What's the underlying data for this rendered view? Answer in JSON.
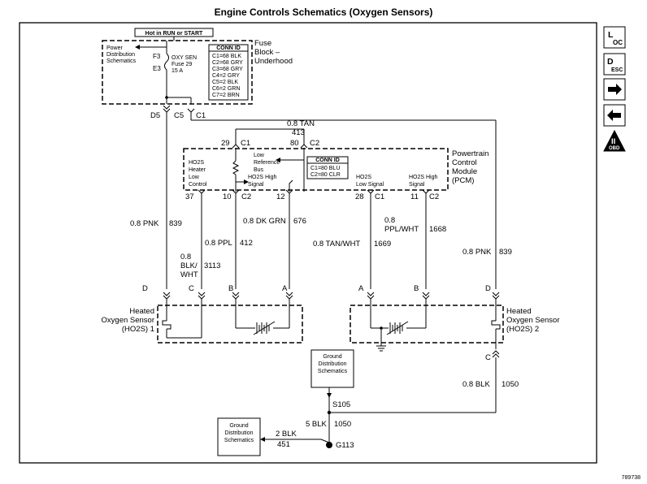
{
  "title": "Engine Controls Schematics (Oxygen Sensors)",
  "figure_id": "789738",
  "nav": {
    "loc_a": "L",
    "loc_b": "OC",
    "desc_a": "D",
    "desc_b": "ESC",
    "next_icon": "arrow-right-icon",
    "prev_icon": "arrow-left-icon",
    "obd_a": "II",
    "obd_b": "OBD"
  },
  "fuse_block": {
    "hot_label": "Hot in RUN or START",
    "power_dist": [
      "Power",
      "Distribution",
      "Schematics"
    ],
    "title": [
      "Fuse",
      "Block –",
      "Underhood"
    ],
    "fuse_label": [
      "OXY SEN",
      "Fuse 29",
      "15 A"
    ],
    "pin_top": "F3",
    "pin_bottom": "E3",
    "conn_id_title": "CONN ID",
    "conn_ids": [
      "C1=68 BLK",
      "C2=68 GRY",
      "C3=68 GRY",
      "C4=2 GRY",
      "C5=2 BLK",
      "C6=2 GRN",
      "C7=2 BRN"
    ],
    "pins": {
      "d5": "D5",
      "c5": "C5",
      "c1": "C1"
    }
  },
  "pcm": {
    "title": [
      "Powertrain",
      "Control",
      "Module",
      "(PCM)"
    ],
    "conn_id_title": "CONN ID",
    "conn_ids": [
      "C1=80 BLU",
      "C2=80 CLR"
    ],
    "heater_ctrl": [
      "HO2S",
      "Heater",
      "Low",
      "Control"
    ],
    "low_ref": [
      "Low",
      "Reference",
      "Bus"
    ],
    "ho2s_high_1": [
      "HO2S High",
      "Signal"
    ],
    "ho2s_low_2": [
      "HO2S",
      "Low Signal"
    ],
    "ho2s_high_2": [
      "HO2S High",
      "Signal"
    ],
    "pins": {
      "p29": "29",
      "c1a": "C1",
      "p80": "80",
      "c2a": "C2",
      "p37": "37",
      "p10": "10",
      "c2b": "C2",
      "p12": "12",
      "p28": "28",
      "c1b": "C1",
      "p11": "11",
      "c2c": "C2"
    }
  },
  "wires": {
    "tan_a": "0.8 TAN",
    "tan_b": "413",
    "pnk1_a": "0.8 PNK",
    "pnk1_b": "839",
    "blkwht": [
      "0.8",
      "BLK/",
      "WHT"
    ],
    "blkwht_num": "3113",
    "ppl_a": "0.8 PPL",
    "ppl_b": "412",
    "dkgrn_a": "0.8 DK GRN",
    "dkgrn_b": "676",
    "tanwht_a": "0.8 TAN/WHT",
    "tanwht_b": "1669",
    "pplwht": [
      "0.8",
      "PPL/WHT"
    ],
    "pplwht_num": "1668",
    "pnk2_a": "0.8 PNK",
    "pnk2_b": "839",
    "blk2_a": "0.8 BLK",
    "blk2_b": "1050",
    "blk5_a": "5 BLK",
    "blk5_b": "1050",
    "blk2g_a": "2 BLK",
    "blk2g_b": "451"
  },
  "sensor1": {
    "title": [
      "Heated",
      "Oxygen Sensor",
      "(HO2S) 1"
    ],
    "pins": {
      "d": "D",
      "c": "C",
      "b": "B",
      "a": "A"
    }
  },
  "sensor2": {
    "title": [
      "Heated",
      "Oxygen Sensor",
      "(HO2S) 2"
    ],
    "pins": {
      "a": "A",
      "b": "B",
      "d": "D",
      "c": "C"
    }
  },
  "ground": {
    "center_box": [
      "Ground",
      "Distribution",
      "Schematics"
    ],
    "left_box": [
      "Ground",
      "Distribution",
      "Schematics"
    ],
    "splice": "S105",
    "ground_point": "G113"
  }
}
